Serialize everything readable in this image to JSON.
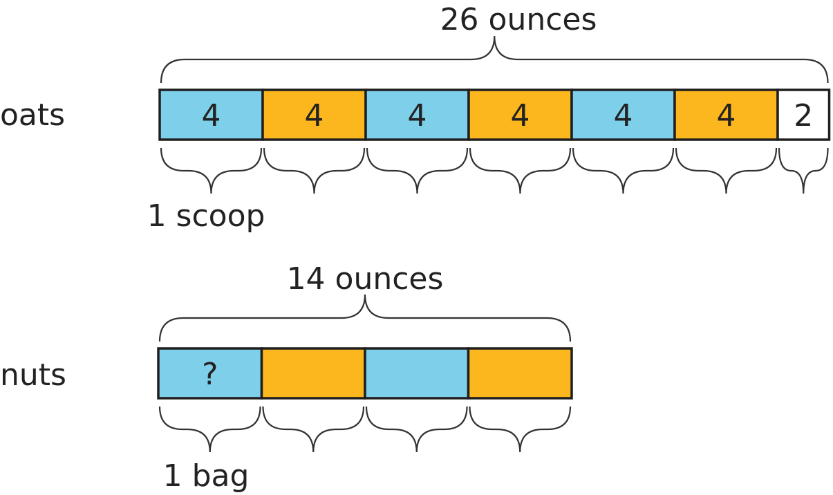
{
  "colors": {
    "blue": "#7ecfea",
    "orange": "#fdb71e",
    "white": "#ffffff",
    "stroke": "#1f1f1f",
    "brace": "#333333"
  },
  "oats": {
    "label": "oats",
    "total_label": "26 ounces",
    "unit_label": "1 scoop",
    "segments": [
      {
        "value": 4,
        "label": "4",
        "color": "blue"
      },
      {
        "value": 4,
        "label": "4",
        "color": "orange"
      },
      {
        "value": 4,
        "label": "4",
        "color": "blue"
      },
      {
        "value": 4,
        "label": "4",
        "color": "orange"
      },
      {
        "value": 4,
        "label": "4",
        "color": "blue"
      },
      {
        "value": 4,
        "label": "4",
        "color": "orange"
      },
      {
        "value": 2,
        "label": "2",
        "color": "white"
      }
    ]
  },
  "nuts": {
    "label": "nuts",
    "total_label": "14 ounces",
    "unit_label": "1 bag",
    "segments": [
      {
        "label": "?",
        "color": "blue"
      },
      {
        "label": "",
        "color": "orange"
      },
      {
        "label": "",
        "color": "blue"
      },
      {
        "label": "",
        "color": "orange"
      }
    ]
  }
}
